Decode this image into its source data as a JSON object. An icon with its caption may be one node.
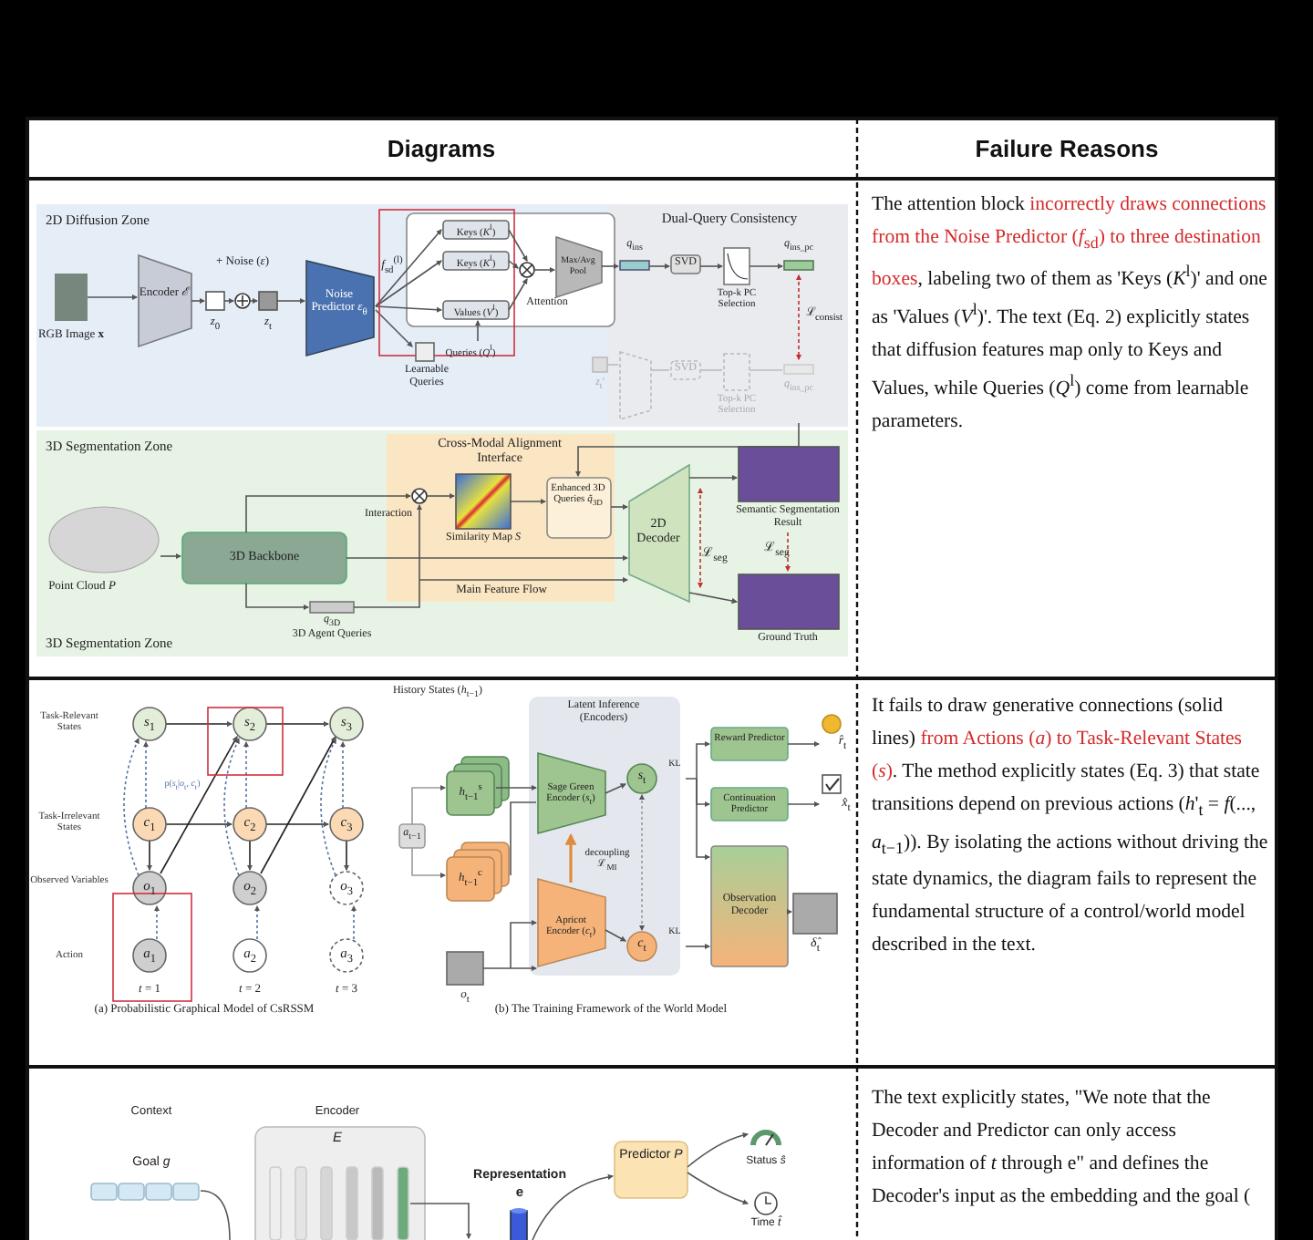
{
  "diagram": {
    "labels": [
      "Diagrams",
      "Failure Reasons",
      "2D Diffusion Zone",
      "RGB Image **x**",
      "Encoder *ℰ*",
      "*z*$_{0}$",
      "+ Noise (*ε*)",
      "*z*$_{t}$",
      "Noise Predictor *ε*$_{θ}$",
      "*f*$_{sd}$$^{(l)}$",
      "Keys (*K*$^{l}$)",
      "Keys (*K*$^{l}$)",
      "Values (*V*$^{l}$)",
      "Queries (*Q*$^{l}$)",
      "Learnable Queries",
      "Attention",
      "Max/Avg Pool",
      "*q*$_{ins}$",
      "SVD",
      "Top-k PC Selection",
      "*q*$_{ins_pc}$",
      "Dual-Query Consistency",
      "ℒ$_{consist}$",
      "*z*$_{t}$'",
      "SVD",
      "Top-k PC Selection",
      "*q*$_{ins_pc}$",
      "3D Segmentation Zone",
      "Cross-Modal Alignment Interface",
      "Interaction",
      "Similarity Map *S*",
      "Enhanced 3D Queries *q̃*$_{3D}$",
      "2D Decoder",
      "Semantic Segmentation Result",
      "ℒ$_{seg}$",
      "ℒ$_{seg}$",
      "Ground Truth",
      "Point Cloud *P*",
      "3D Backbone",
      "*q*$_{3D}$",
      "3D Agent Queries",
      "Main Feature Flow",
      "3D Segmentation Zone",
      "The attention block",
      "incorrectly draws connections from the Noise Predictor (*f*$_{sd}$) to three destination boxes",
      ", labeling two of them as 'Keys (*K*$^{l}$)' and one as 'Values (*V*$^{l}$)'. The text (Eq. 2) explicitly states that diffusion features map only to Keys and Values, while Queries (*Q*$^{l}$) come from learnable parameters.",
      "Task-Relevant States",
      "Task-Irrelevant States",
      "Observed Variables",
      "Action",
      "*s*$_{1}$",
      "*s*$_{2}$",
      "*s*$_{3}$",
      "*c*$_{1}$",
      "*c*$_{2}$",
      "*c*$_{3}$",
      "*o*$_{1}$",
      "*o*$_{2}$",
      "*o*$_{3}$",
      "*a*$_{1}$",
      "*a*$_{2}$",
      "*a*$_{3}$",
      "p(*s*$_{t}$|*o*$_{t}$, *c*$_{t}$)",
      "*t* = 1",
      "*t* = 2",
      "*t* = 3",
      "(a) Probabilistic Graphical Model of CsRSSM",
      "History States (*h*$_{t−1}$)",
      "Latent Inference (Encoders)",
      "*h*$_{t−1}$$^{s}$",
      "*h*$_{t−1}$$^{c}$",
      "*a*$_{t−1}$",
      "*o*$_{t}$",
      "Sage Green Encoder (*s*$_{t}$)",
      "Apricot Encoder (*c*$_{t}$)",
      "*s*$_{t}$",
      "*c*$_{t}$",
      "KL",
      "KL",
      "decoupling ℒ$_{MI}$",
      "Reward Predictor",
      "Continuation Predictor",
      "Observation Decoder",
      "*r̂*$_{t}$",
      "*x̂*$_{t}$",
      "*δ̂*$_{t}$",
      "(b) The Training Framework of the World Model",
      "It fails to draw generative connections (solid lines)",
      "from Actions (*a*) to Task-Relevant States (*s*)",
      ". The method explicitly states (Eq. 3) that state transitions depend on previous actions (*h*'$_{t}$ = *f*(..., *a*$_{t−1}$)). By isolating the actions without driving the state dynamics, the diagram fails to represent the fundamental structure of a control/world model described in the text.",
      "Context",
      "Encoder",
      "*E*",
      "Goal *g*",
      "Representation",
      "e",
      "Predictor *P*",
      "Status *ŝ*",
      "Time *t̂*",
      "The text explicitly states, \"We note that the Decoder and Predictor can only access information of *t* through e\" and defines the Decoder's input as the embedding and the goal ("
    ]
  }
}
